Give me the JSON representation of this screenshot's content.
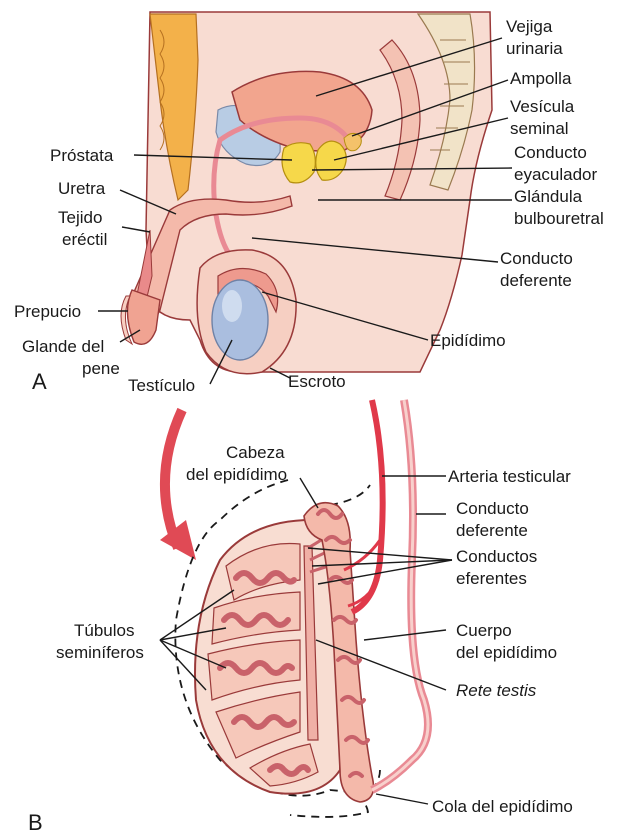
{
  "panels": {
    "a": "A",
    "b": "B"
  },
  "labels_a": {
    "vejiga_1": "Vejiga",
    "vejiga_2": "urinaria",
    "ampolla": "Ampolla",
    "vesicula_1": "Vesícula",
    "vesicula_2": "seminal",
    "prostata": "Próstata",
    "conducto_eyac_1": "Conducto",
    "conducto_eyac_2": "eyaculador",
    "uretra": "Uretra",
    "glandula_1": "Glándula",
    "glandula_2": "bulbouretral",
    "tejido_1": "Tejido",
    "tejido_2": "eréctil",
    "deferente_1": "Conducto",
    "deferente_2": "deferente",
    "prepucio": "Prepucio",
    "glande_1": "Glande del",
    "glande_2": "pene",
    "epididimo": "Epidídimo",
    "testiculo": "Testículo",
    "escroto": "Escroto"
  },
  "labels_b": {
    "cabeza_1": "Cabeza",
    "cabeza_2": "del epidídimo",
    "arteria": "Arteria testicular",
    "deferente_1": "Conducto",
    "deferente_2": "deferente",
    "eferentes_1": "Conductos",
    "eferentes_2": "eferentes",
    "tubulos_1": "Túbulos",
    "tubulos_2": "seminíferos",
    "cuerpo_1": "Cuerpo",
    "cuerpo_2": "del epidídimo",
    "rete": "Rete testis",
    "cola": "Cola del epidídimo"
  },
  "colors": {
    "flesh": "#f6d3c8",
    "flesh_dark": "#e9a99a",
    "vessel_red": "#e0394a",
    "gland_yellow": "#f6d84a",
    "testis_blue": "#aabedf",
    "spine_orange": "#f3b14a",
    "tubule": "#c9626a",
    "outline": "#9a3a3a"
  }
}
